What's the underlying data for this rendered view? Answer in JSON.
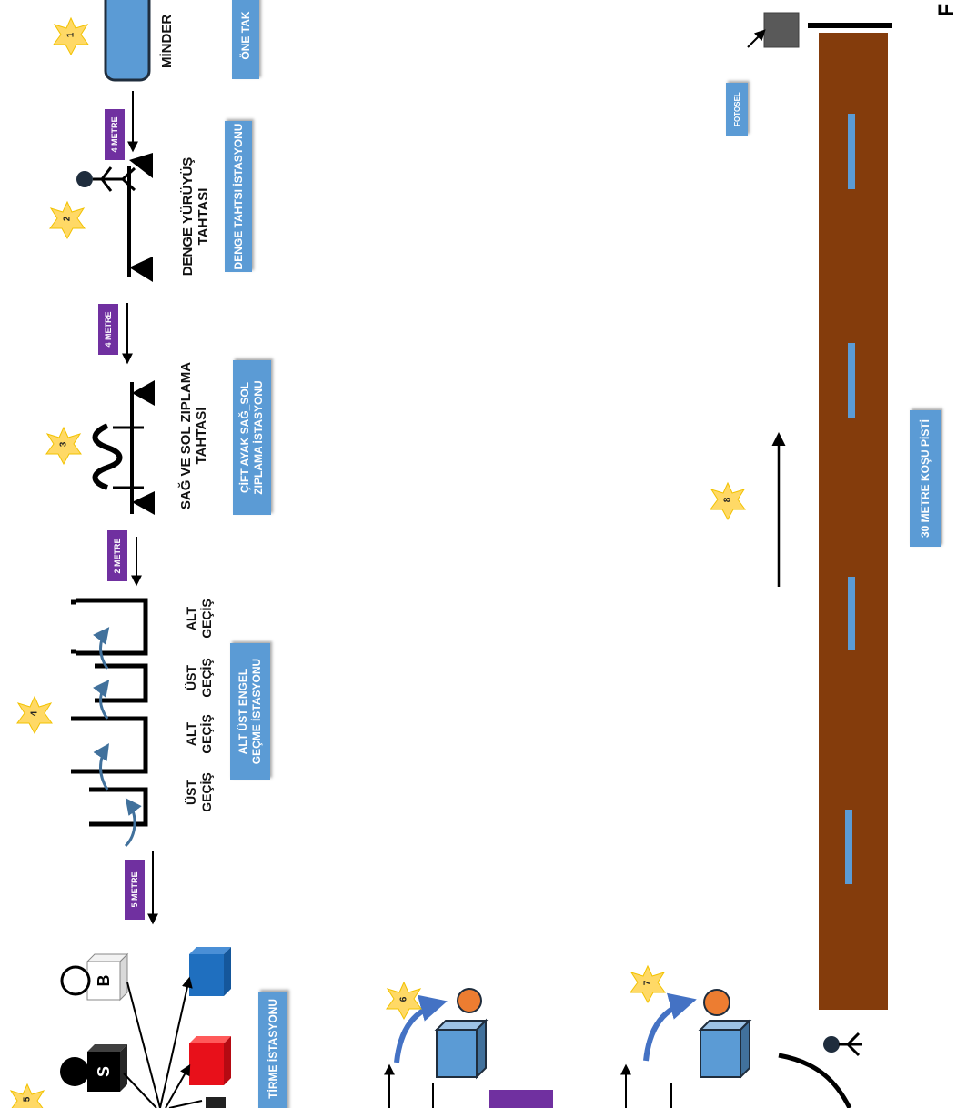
{
  "stations": {
    "s1": {
      "star": "1",
      "equipment": "MİNDER",
      "station_label": "ÖNE TAK"
    },
    "s2": {
      "star": "2",
      "distance": "4 METRE",
      "equipment": "DENGE YÜRÜYÜŞ\nTAHTASI",
      "station_label": "DENGE TAHTSI İSTASYONU"
    },
    "s3": {
      "star": "3",
      "distance": "4 METRE",
      "equipment": "SAĞ VE SOL ZIPLAMA\nTAHTASI",
      "station_label": "ÇİFT AYAK SAĞ_SOL\nZIPLAMA İSTASYONU"
    },
    "s4": {
      "star": "4",
      "distance": "2 METRE",
      "hurdles": [
        "ÜST\nGEÇİŞ",
        "ALT\nGEÇİŞ",
        "ÜST\nGEÇİŞ",
        "ALT\nGEÇİŞ"
      ],
      "station_label": "ALT ÜST ENGEL\nGEÇME İSTASYONU"
    },
    "s5": {
      "star": "5",
      "distance": "5 METRE",
      "cube_letters": [
        "B",
        "S"
      ],
      "station_label": "TİRME İSTASYONU"
    },
    "s6": {
      "star": "6"
    },
    "s7": {
      "star": "7"
    },
    "s8": {
      "star": "8",
      "photocell": "FOTOSEL",
      "track_label": "30 METRE KOŞU PİSTİ",
      "finish": "F"
    }
  },
  "colors": {
    "station_box": "#5b9bd5",
    "distance_box": "#7030a0",
    "track": "#843c0c",
    "track_marks": "#5b9bd5",
    "star": "#ffd966",
    "cube_blue": "#1f6fbf",
    "cube_red": "#e8101a",
    "orange_ball": "#ed7d31"
  }
}
